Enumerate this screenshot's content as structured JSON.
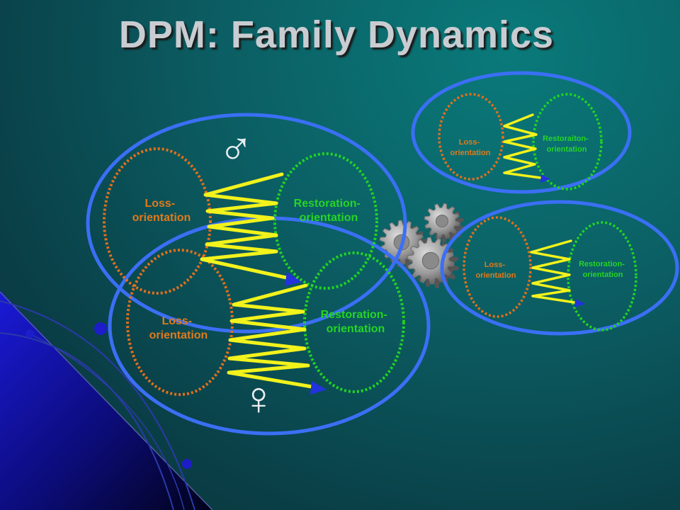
{
  "slide": {
    "title": "DPM: Family Dynamics"
  },
  "colors": {
    "background_top": "#0a7a7a",
    "background_bottom": "#08313a",
    "family_ellipse": "#3b6ff5",
    "loss_ellipse": "#e0701c",
    "restoration_ellipse": "#22d422",
    "oscillation": "#f2f21c",
    "loss_text": "#e07a1c",
    "restoration_text": "#26d426",
    "gear": "#a9a9a9"
  },
  "icons": {
    "male": "♂",
    "female": "♀",
    "gears": "gears-icon"
  },
  "main_group": {
    "male": {
      "loss_label_1": "Loss-",
      "loss_label_2": "orientation",
      "restoration_label_1": "Restoration-",
      "restoration_label_2": "orientation"
    },
    "female": {
      "loss_label_1": "Loss-",
      "loss_label_2": "orientation",
      "restoration_label_1": "Restoration-",
      "restoration_label_2": "orientation"
    }
  },
  "small_group_top": {
    "loss_label_1": "Loss-",
    "loss_label_2": "orientation",
    "restoration_label_1": "Restoraiton-",
    "restoration_label_2": "orientation"
  },
  "small_group_bottom": {
    "loss_label_1": "Loss-",
    "loss_label_2": "orientation",
    "restoration_label_1": "Restoration-",
    "restoration_label_2": "orientation"
  }
}
